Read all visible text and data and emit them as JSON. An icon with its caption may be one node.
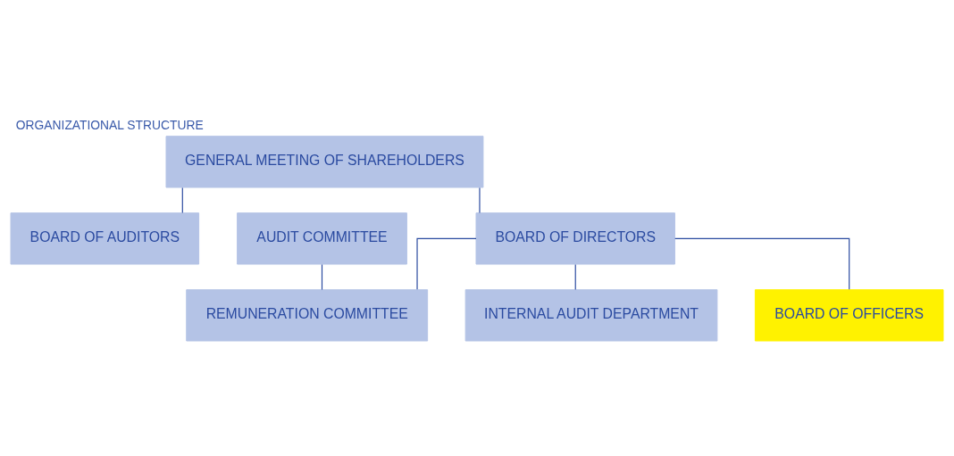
{
  "diagram": {
    "title": "ORGANIZATIONAL STRUCTURE",
    "nodes": [
      {
        "text": [
          "GENERAL MEETING OF SHAREHOLDERS"
        ]
      },
      {
        "text": [
          "BOARD OF AUDITORS"
        ]
      },
      {
        "text": [
          "AUDIT COMMITTEE"
        ]
      },
      {
        "text": [
          "BOARD OF DIRECTORS"
        ]
      },
      {
        "text": [
          "REMUNERATION COMMITTEE"
        ]
      },
      {
        "text": [
          "INTERNAL AUDIT DEPARTMENT"
        ]
      },
      {
        "text": [
          "BOARD OF OFFICERS"
        ]
      }
    ],
    "edges": [
      {
        "from": 0,
        "to": 1,
        "arrow": "none"
      },
      {
        "from": 0,
        "to": 3,
        "arrow": "none"
      },
      {
        "from": 2,
        "to": 4,
        "arrow": "none"
      },
      {
        "from": 3,
        "to": 4,
        "arrow": "none"
      },
      {
        "from": 3,
        "to": 5,
        "arrow": "none"
      },
      {
        "from": 3,
        "to": 6,
        "arrow": "none"
      }
    ]
  }
}
